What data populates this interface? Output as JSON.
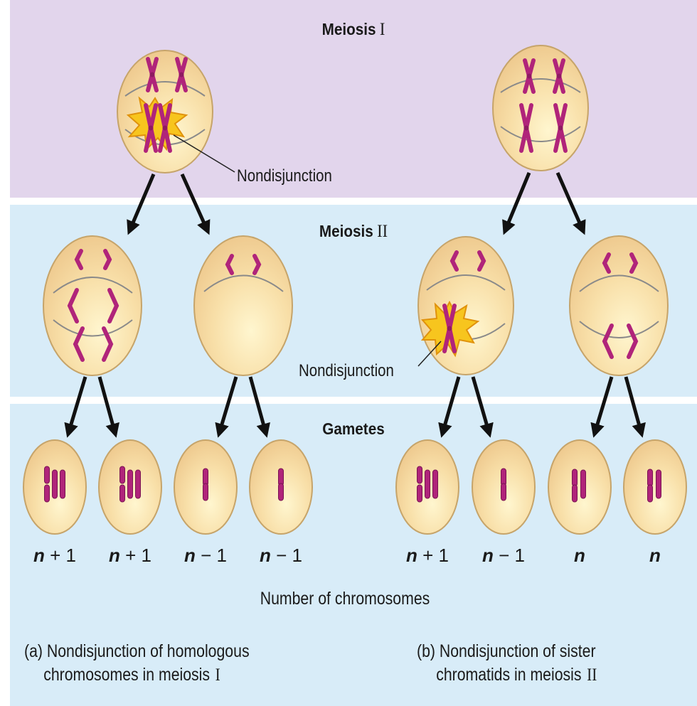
{
  "headings": {
    "meiosis1": {
      "word": "Meiosis",
      "numeral": "I"
    },
    "meiosis2": {
      "word": "Meiosis",
      "numeral": "II"
    },
    "gametes": "Gametes"
  },
  "callouts": {
    "nondisjunction_a": "Nondisjunction",
    "nondisjunction_b": "Nondisjunction"
  },
  "gamete_counts": [
    {
      "n": "n",
      "op": "+",
      "k": "1"
    },
    {
      "n": "n",
      "op": "+",
      "k": "1"
    },
    {
      "n": "n",
      "op": "−",
      "k": "1"
    },
    {
      "n": "n",
      "op": "−",
      "k": "1"
    },
    {
      "n": "n",
      "op": "+",
      "k": "1"
    },
    {
      "n": "n",
      "op": "−",
      "k": "1"
    },
    {
      "n": "n",
      "op": "",
      "k": ""
    },
    {
      "n": "n",
      "op": "",
      "k": ""
    }
  ],
  "axis_caption": "Number of chromosomes",
  "captions": {
    "a": {
      "line1": "(a) Nondisjunction of homologous",
      "line2": "chromosomes in meiosis",
      "numeral": "I"
    },
    "b": {
      "line1": "(b) Nondisjunction of sister",
      "line2": "chromatids in meiosis",
      "numeral": "II"
    }
  },
  "colors": {
    "band_meiosis1": "#e2d5ec",
    "band_lower": "#d8ecf8",
    "cell_fill": "#f6dba2",
    "cell_stroke": "#c6a46a",
    "chromosome": "#b0247a",
    "burst": "#f7c51e",
    "arrow": "#111111"
  }
}
